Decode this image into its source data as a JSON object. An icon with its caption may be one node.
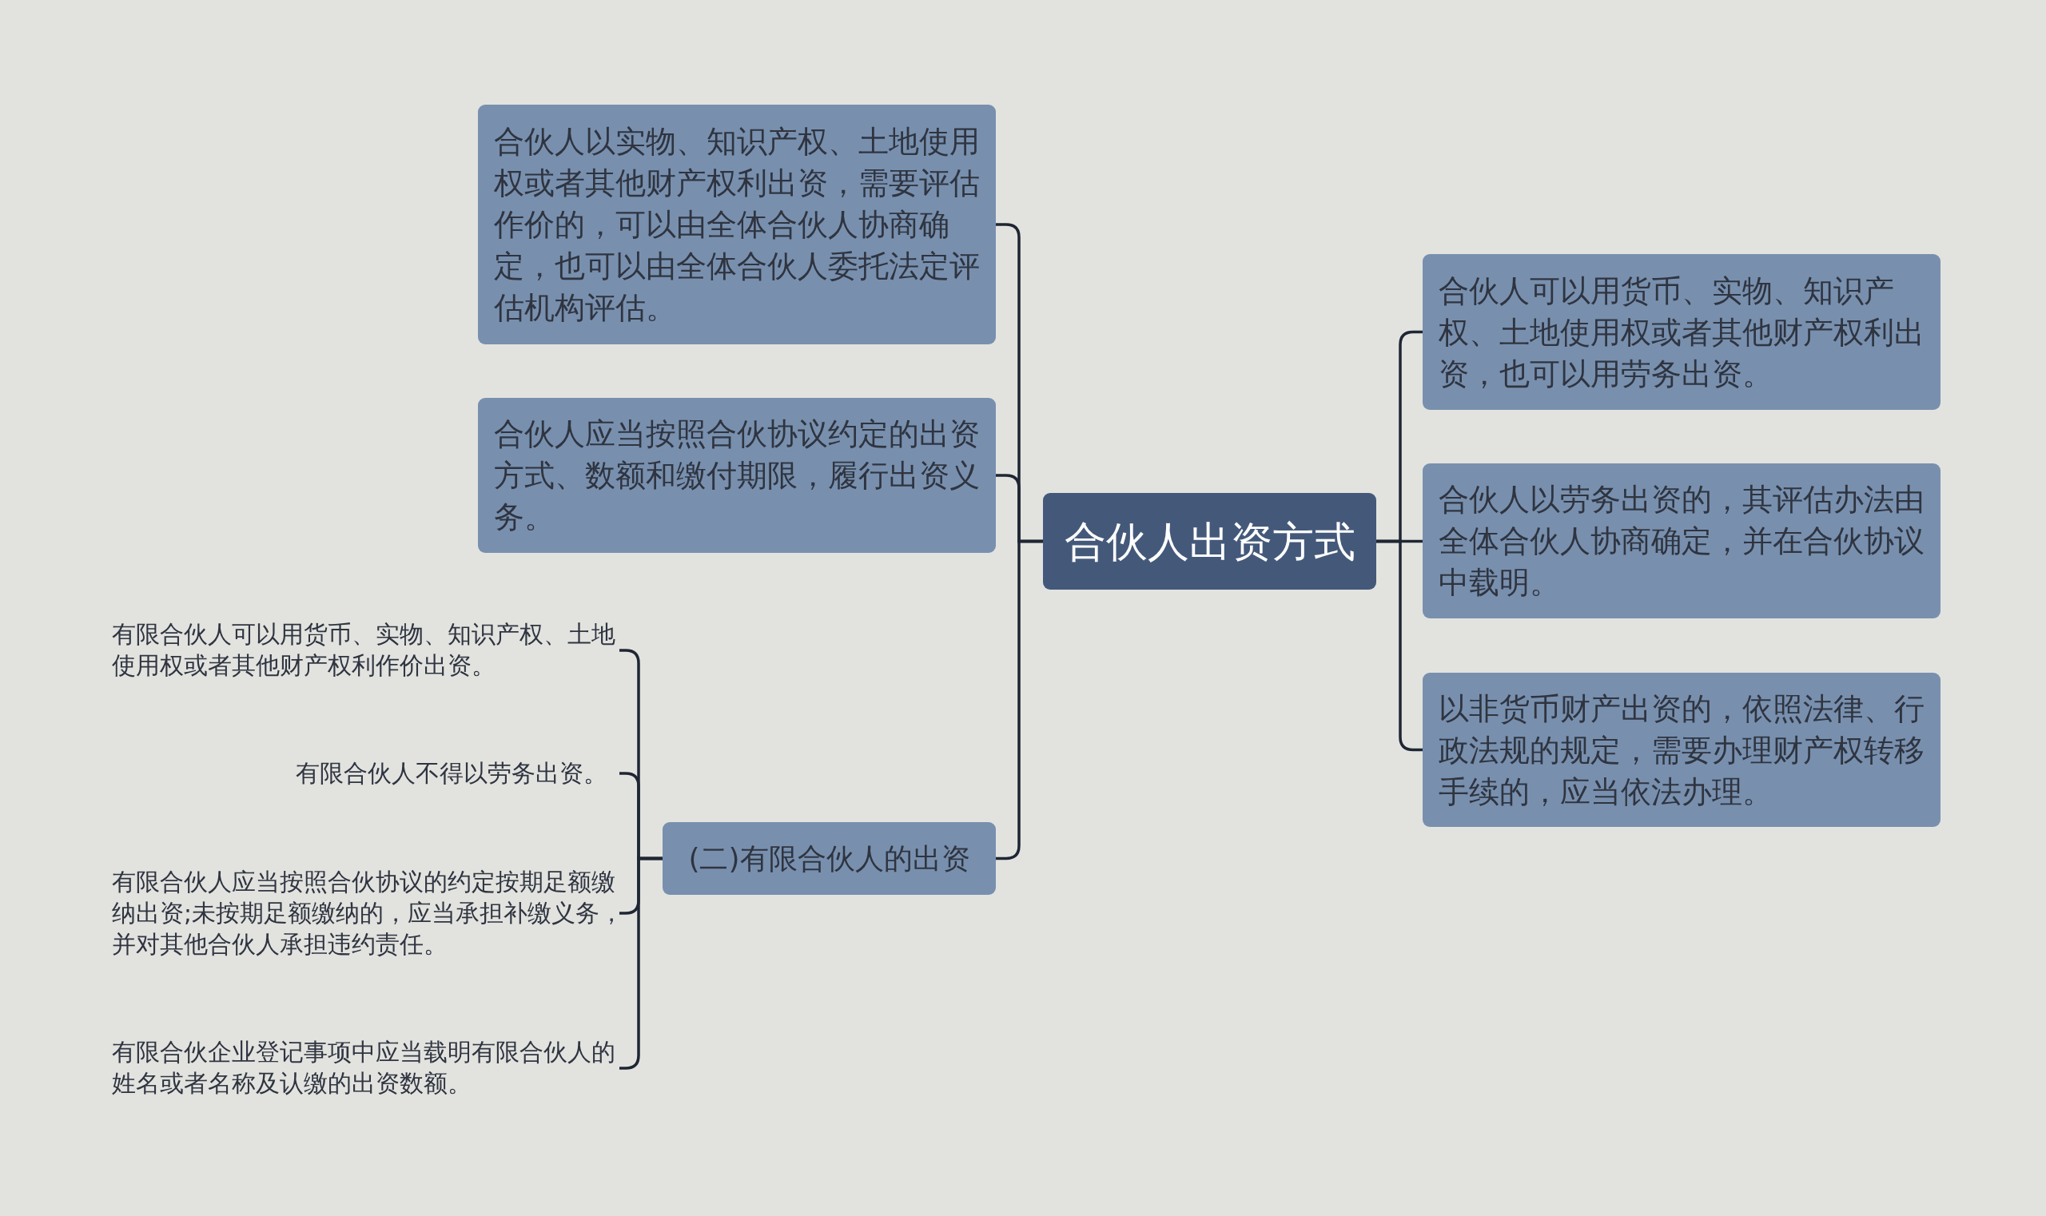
{
  "diagram": {
    "nodes": [
      {
        "text": [
          "合伙人出资方式"
        ]
      },
      {
        "text": [
          "合伙人以实物、知识产权、土地使用权或者其他财产权利出资，需要评估作价的，可以由全体合伙人协商确定，也可以由全体合伙人委托法定评估机构评估。"
        ]
      },
      {
        "text": [
          "合伙人应当按照合伙协议约定的出资方式、数额和缴付期限，履行出资义务。"
        ]
      },
      {
        "text": [
          "(二)有限合伙人的出资"
        ]
      },
      {
        "text": [
          "有限合伙人可以用货币、实物、知识产权、土地使用权或者其他财产权利作价出资。"
        ]
      },
      {
        "text": [
          "有限合伙人不得以劳务出资。"
        ]
      },
      {
        "text": [
          "有限合伙人应当按照合伙协议的约定按期足额缴纳出资;未按期足额缴纳的，应当承担补缴义务，并对其他合伙人承担违约责任。"
        ]
      },
      {
        "text": [
          "有限合伙企业登记事项中应当载明有限合伙人的姓名或者名称及认缴的出资数额。"
        ]
      },
      {
        "text": [
          "合伙人可以用货币、实物、知识产权、土地使用权或者其他财产权利出资，也可以用劳务出资。"
        ]
      },
      {
        "text": [
          "合伙人以劳务出资的，其评估办法由全体合伙人协商确定，并在合伙协议中载明。"
        ]
      },
      {
        "text": [
          "以非货币财产出资的，依照法律、行政法规的规定，需要办理财产权转移手续的，应当依法办理。"
        ]
      }
    ],
    "edges": [
      {
        "from": 0,
        "to": 1,
        "arrow": "none"
      },
      {
        "from": 0,
        "to": 2,
        "arrow": "none"
      },
      {
        "from": 0,
        "to": 3,
        "arrow": "none"
      },
      {
        "from": 3,
        "to": 4,
        "arrow": "none"
      },
      {
        "from": 3,
        "to": 5,
        "arrow": "none"
      },
      {
        "from": 3,
        "to": 6,
        "arrow": "none"
      },
      {
        "from": 3,
        "to": 7,
        "arrow": "none"
      },
      {
        "from": 0,
        "to": 8,
        "arrow": "none"
      },
      {
        "from": 0,
        "to": 9,
        "arrow": "none"
      },
      {
        "from": 0,
        "to": 10,
        "arrow": "none"
      }
    ]
  }
}
